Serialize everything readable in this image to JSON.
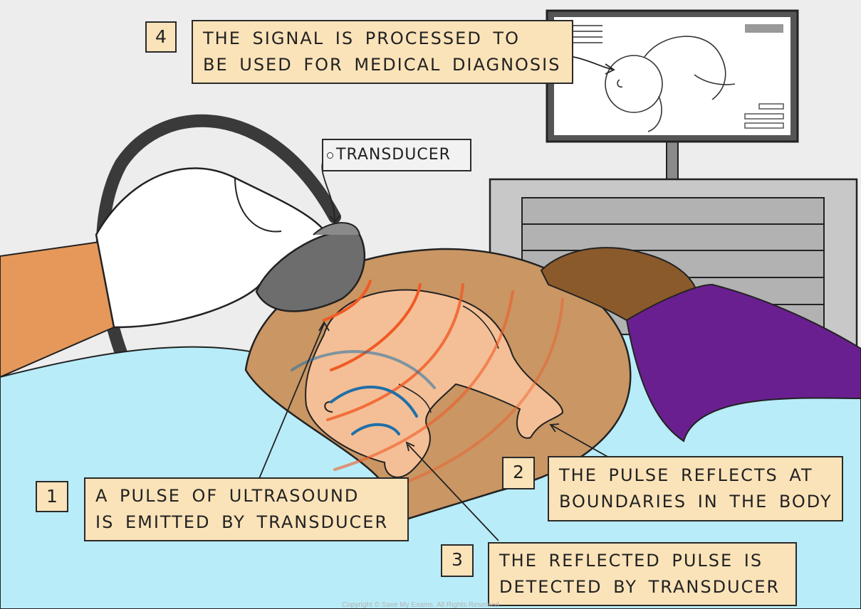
{
  "labels": {
    "transducer_tag": "TRANSDUCER",
    "copyright": "Copyright © Save My Exams. All Rights Reserved"
  },
  "steps": [
    {
      "number": "1",
      "line1": "A PULSE OF ULTRASOUND",
      "line2": "IS EMITTED BY TRANSDUCER"
    },
    {
      "number": "2",
      "line1": "THE PULSE REFLECTS AT",
      "line2": "BOUNDARIES IN THE BODY"
    },
    {
      "number": "3",
      "line1": "THE REFLECTED PULSE IS",
      "line2": "DETECTED BY TRANSDUCER"
    },
    {
      "number": "4",
      "line1": "THE SIGNAL IS PROCESSED TO",
      "line2": "BE USED FOR MEDICAL DIAGNOSIS"
    }
  ],
  "colors": {
    "label_fill": "#fbe3b9",
    "emitted_wave": "#f05a24",
    "reflected_wave": "#1f6fa8",
    "sheet": "#b8ecf8",
    "belly": "#c99664",
    "sleeve": "#6a1f90"
  },
  "icons": [
    "monitor-icon",
    "ultrasound-machine-icon",
    "transducer-probe-icon",
    "gloved-hand-icon",
    "fetus-icon"
  ]
}
